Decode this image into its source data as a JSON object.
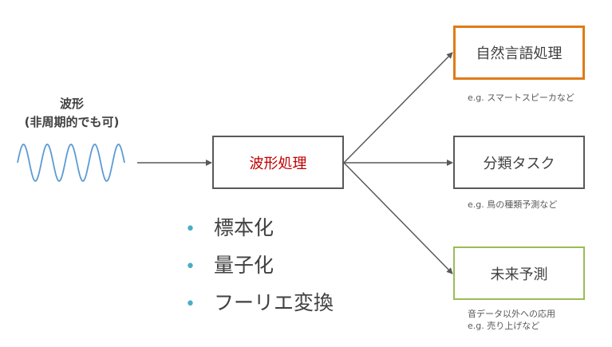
{
  "waveform": {
    "title": "波形",
    "subtitle": "(非周期的でも可)",
    "wave_color": "#5b9bd5"
  },
  "process": {
    "label": "波形処理",
    "color": "#c00000"
  },
  "methods": {
    "bullet": "•",
    "items": [
      "標本化",
      "量子化",
      "フーリエ変換"
    ],
    "bullet_color": "#4bacc6"
  },
  "outputs": [
    {
      "label": "自然言語処理",
      "notes": [
        "e.g. スマートスピーカなど"
      ],
      "border_color": "#e07b16"
    },
    {
      "label": "分類タスク",
      "notes": [
        "e.g. 鳥の種類予測など"
      ],
      "border_color": "#595959"
    },
    {
      "label": "未来予測",
      "notes": [
        "音データ以外への応用",
        "e.g. 売り上げなど"
      ],
      "border_color": "#9bbb59"
    }
  ]
}
